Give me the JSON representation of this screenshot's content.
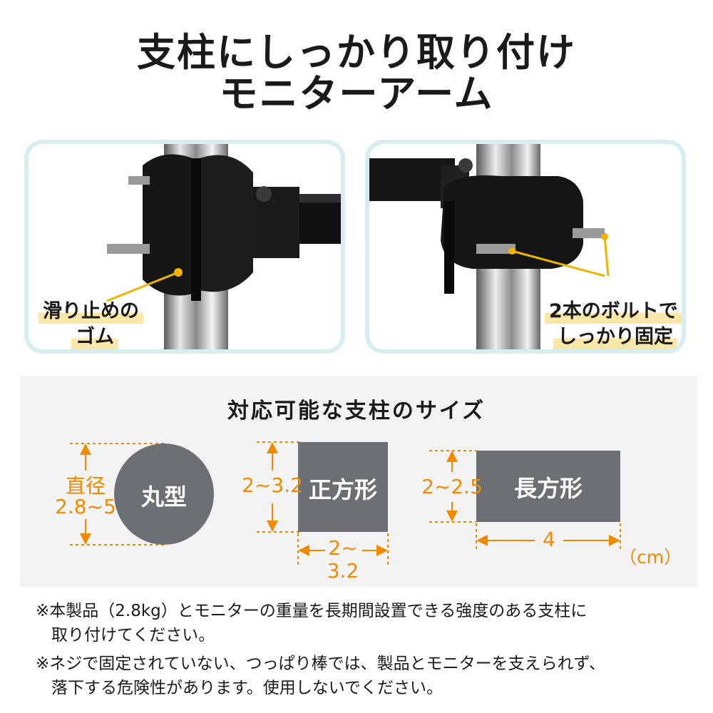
{
  "header": {
    "title_line1": "支柱にしっかり取り付け",
    "title_line2": "モニターアーム"
  },
  "left_photo": {
    "callout_line1": "滑り止めの",
    "callout_line2": "ゴム"
  },
  "right_photo": {
    "callout_line1": "2本のボルトで",
    "callout_line2": "しっかり固定"
  },
  "sizes": {
    "heading": "対応可能な支柱のサイズ",
    "round": {
      "label": "丸型",
      "dim_label_line1": "直径",
      "dim_label_line2": "2.8~5"
    },
    "square": {
      "label": "正方形",
      "height_label": "2~3.2",
      "width_label_line1": "2~",
      "width_label_line2": "3.2"
    },
    "rect": {
      "label": "長方形",
      "height_label": "2~2.5",
      "width_label": "4"
    },
    "unit": "（cm）"
  },
  "notes": {
    "note1_line1": "※本製品（2.8kg）とモニターの重量を長期間設置できる強度のある支柱に",
    "note1_line2": "取り付けてください。",
    "note2_line1": "※ネジで固定されていない、つっぱり棒では、製品とモニターを支えられず、",
    "note2_line2": "落下する危険性があります。使用しないでください。"
  },
  "colors": {
    "accent_orange": "#f08a00",
    "highlight_yellow": "#fbe7a8",
    "card_border": "#d6eef0",
    "shape_gray": "#6c7075",
    "panel_bg": "#f3f3f3"
  }
}
